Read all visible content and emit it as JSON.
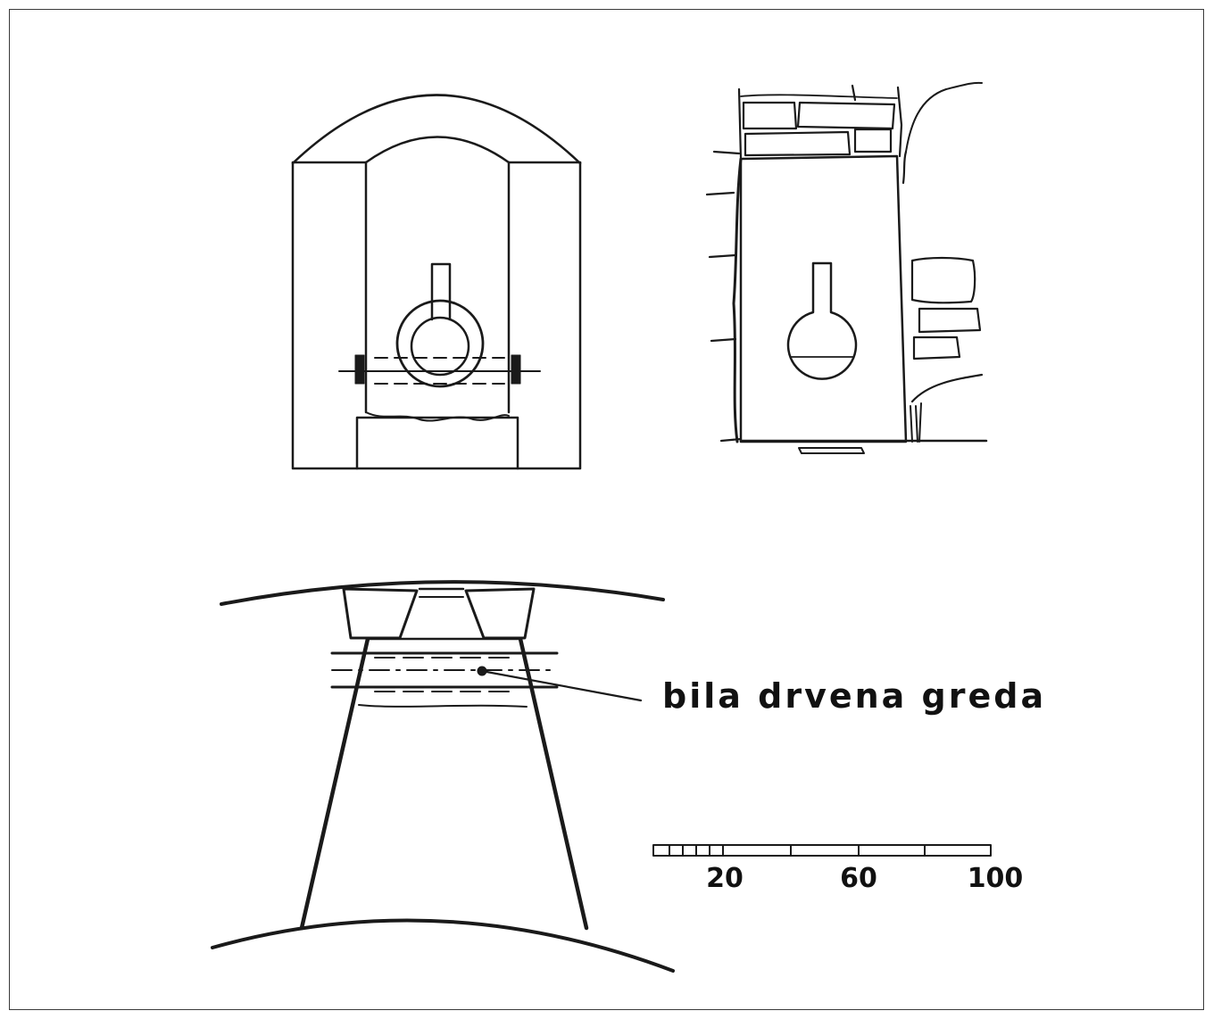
{
  "annotation": {
    "label": "bila drvena greda"
  },
  "scale_bar": {
    "ticks": [
      "20",
      "60",
      "100"
    ]
  }
}
